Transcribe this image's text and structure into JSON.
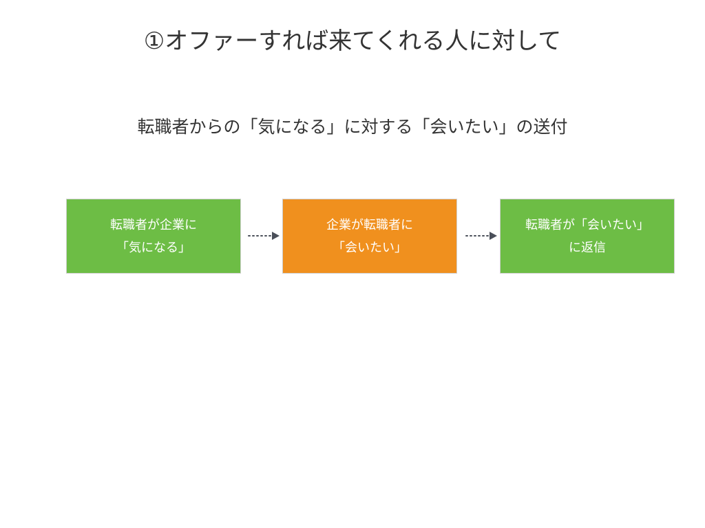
{
  "title": "①オファーすれば来てくれる人に対して",
  "subtitle": "転職者からの「気になる」に対する「会いたい」の送付",
  "steps": [
    {
      "line1": "転職者が企業に",
      "line2": "「気になる」",
      "color": "#6dbd45"
    },
    {
      "line1": "企業が転職者に",
      "line2": "「会いたい」",
      "color": "#f0901e"
    },
    {
      "line1": "転職者が「会いたい」",
      "line2": "に返信",
      "color": "#6dbd45"
    }
  ],
  "colors": {
    "arrow": "#4a4f59",
    "text": "#333333"
  }
}
